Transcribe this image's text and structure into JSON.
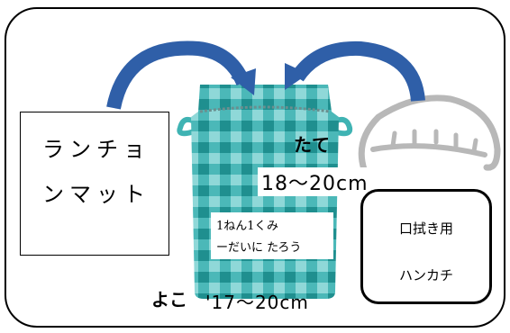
{
  "lunch_mat": {
    "label": "ランチョンマット"
  },
  "bag": {
    "height_label": "たて",
    "height_value": "18〜20cm",
    "width_label": "よこ",
    "width_value": "'17〜20cm",
    "name_tag_line1": "1ねん1くみ",
    "name_tag_line2": "ーだいに たろう"
  },
  "handkerchief": {
    "line1": "口拭き用",
    "line2": "ハンカチ"
  },
  "colors": {
    "bag_teal": "#3fb3b3",
    "bag_dark_stripe": "#1f8f8f",
    "bag_light_stripe": "#8fd8d8",
    "arrow_blue": "#2f5fa8",
    "lunch_box_outline": "#b8b8b8"
  },
  "icons": [
    "curved-arrow-icon",
    "drawstring-bag-icon",
    "lunch-box-lid-icon"
  ]
}
